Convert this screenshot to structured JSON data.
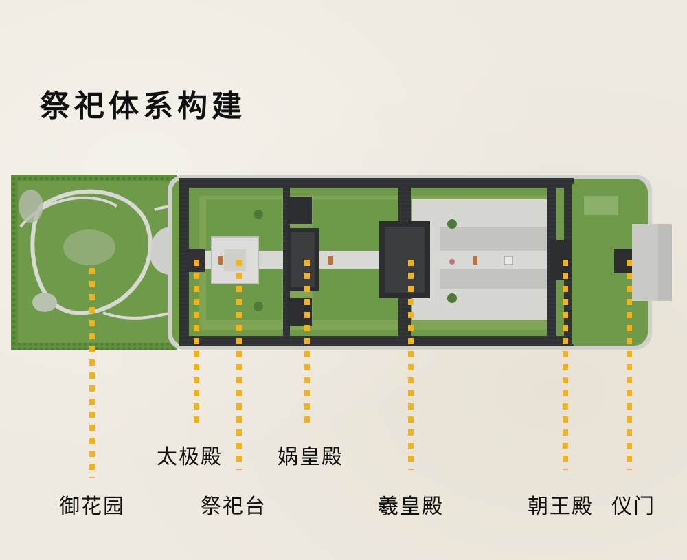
{
  "title": "祭祀体系构建",
  "labels": {
    "imperial_garden": "御花园",
    "taiji_hall": "太极殿",
    "sacrifice_altar": "祭祀台",
    "nvwa_hall": "娲皇殿",
    "fuxi_hall": "羲皇殿",
    "chaowang_hall": "朝王殿",
    "ceremonial_gate": "仪门"
  },
  "colors": {
    "background": "#efeae0",
    "leader_line": "#f2b21e",
    "roof": "#2b2d30",
    "lawn": "#6f9a4a",
    "paving": "#cfcfcd"
  }
}
